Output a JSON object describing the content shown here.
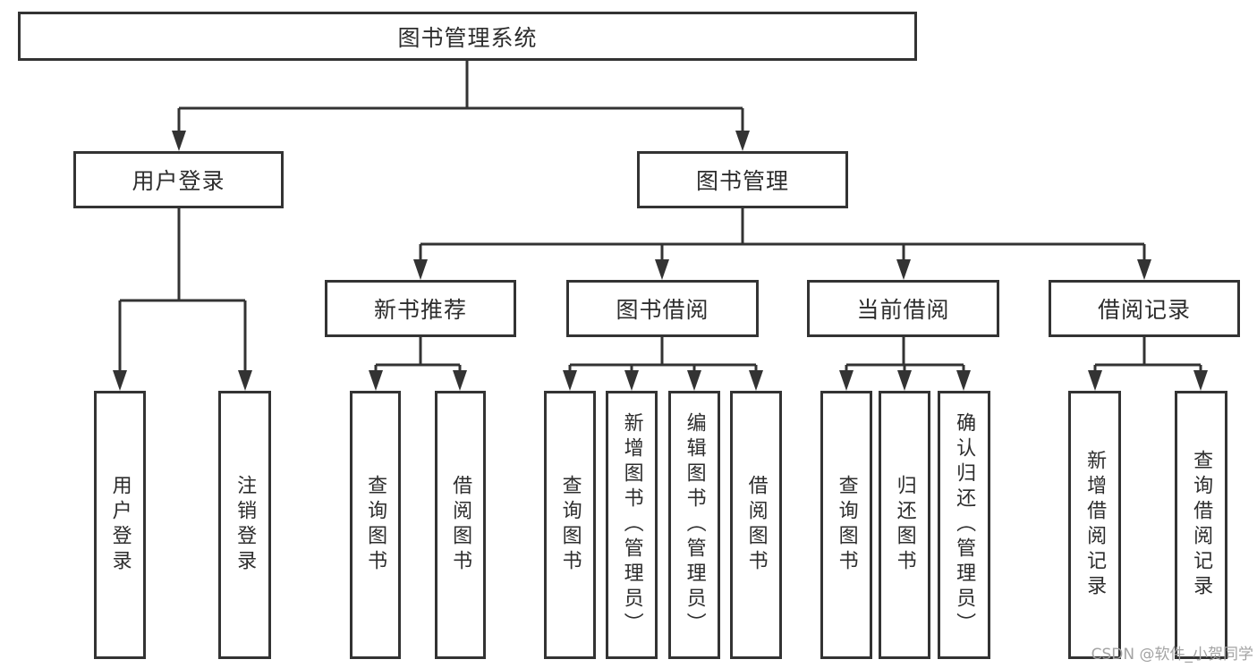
{
  "tree": {
    "root": {
      "label": "图书管理系统"
    },
    "children": [
      {
        "label": "用户登录",
        "children": [
          {
            "label": "用户登录"
          },
          {
            "label": "注销登录"
          }
        ]
      },
      {
        "label": "图书管理",
        "children": [
          {
            "label": "新书推荐",
            "children": [
              {
                "label": "查询图书"
              },
              {
                "label": "借阅图书"
              }
            ]
          },
          {
            "label": "图书借阅",
            "children": [
              {
                "label": "查询图书"
              },
              {
                "label": "新增图书（管理员）"
              },
              {
                "label": "编辑图书（管理员）"
              },
              {
                "label": "借阅图书"
              }
            ]
          },
          {
            "label": "当前借阅",
            "children": [
              {
                "label": "查询图书"
              },
              {
                "label": "归还图书"
              },
              {
                "label": "确认归还（管理员）"
              }
            ]
          },
          {
            "label": "借阅记录",
            "children": [
              {
                "label": "新增借阅记录"
              },
              {
                "label": "查询借阅记录"
              }
            ]
          }
        ]
      }
    ]
  },
  "watermark": {
    "text": "CSDN @软件_小贺同学"
  },
  "colors": {
    "line": "#333333",
    "text": "#2d2d2d",
    "watermark": "#a3a3a3",
    "background": "#ffffff"
  }
}
